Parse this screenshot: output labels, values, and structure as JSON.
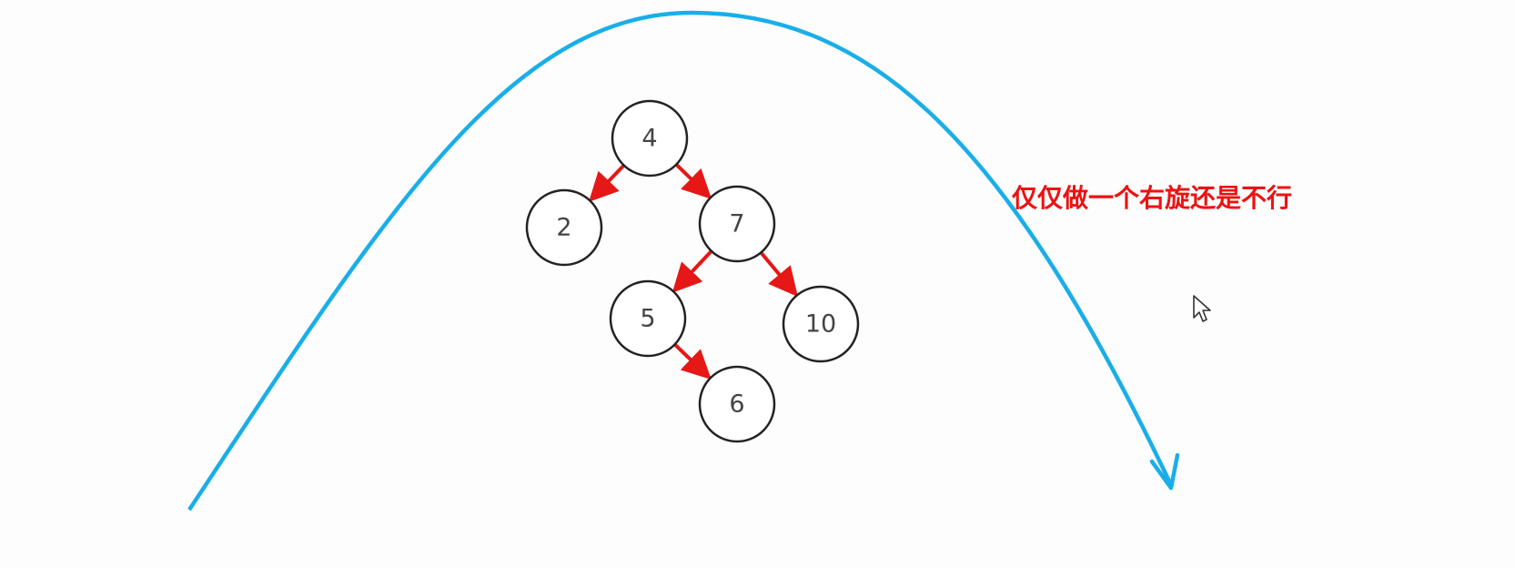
{
  "diagram": {
    "annotation": "仅仅做一个右旋还是不行",
    "colors": {
      "arc": "#1aaee8",
      "edge": "#e61717",
      "annotation": "#ee1111",
      "node_stroke": "#222222"
    },
    "nodes": [
      {
        "id": "n4",
        "label": "4"
      },
      {
        "id": "n2",
        "label": "2"
      },
      {
        "id": "n7",
        "label": "7"
      },
      {
        "id": "n5",
        "label": "5"
      },
      {
        "id": "n10",
        "label": "10"
      },
      {
        "id": "n6",
        "label": "6"
      }
    ],
    "edges": [
      {
        "from": "n4",
        "to": "n2"
      },
      {
        "from": "n4",
        "to": "n7"
      },
      {
        "from": "n7",
        "to": "n5"
      },
      {
        "from": "n7",
        "to": "n10"
      },
      {
        "from": "n5",
        "to": "n6"
      }
    ],
    "icons": {
      "pointer": "mouse-pointer-icon"
    }
  }
}
